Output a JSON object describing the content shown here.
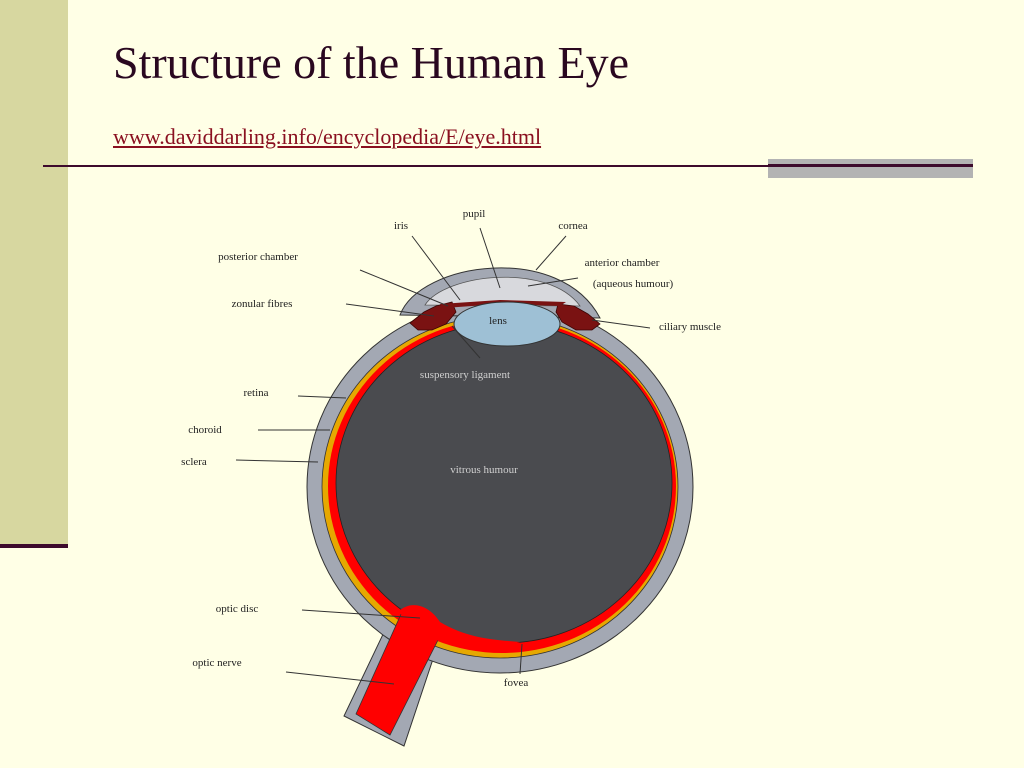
{
  "slide": {
    "title": "Structure of the Human Eye",
    "source_link": "www.daviddarling.info/encyclopedia/E/eye.html"
  },
  "diagram": {
    "labels": {
      "pupil": "pupil",
      "iris": "iris",
      "cornea": "cornea",
      "posterior_chamber": "posterior chamber",
      "anterior_chamber": "anterior chamber",
      "aqueous_humour": "(aqueous humour)",
      "zonular_fibres": "zonular fibres",
      "lens": "lens",
      "ciliary_muscle": "ciliary muscle",
      "suspensory_ligament": "suspensory ligament",
      "retina": "retina",
      "choroid": "choroid",
      "sclera": "sclera",
      "vitrous_humour": "vitrous humour",
      "optic_disc": "optic disc",
      "optic_nerve": "optic nerve",
      "fovea": "fovea"
    },
    "colors": {
      "sclera": "#a3a8b3",
      "choroid": "#e6a800",
      "retina": "#ff0000",
      "vitreous": "#4a4b4f",
      "lens": "#9ec0d5",
      "cornea_chamber": "#d8d9dd",
      "ciliary": "#7a1212"
    }
  }
}
